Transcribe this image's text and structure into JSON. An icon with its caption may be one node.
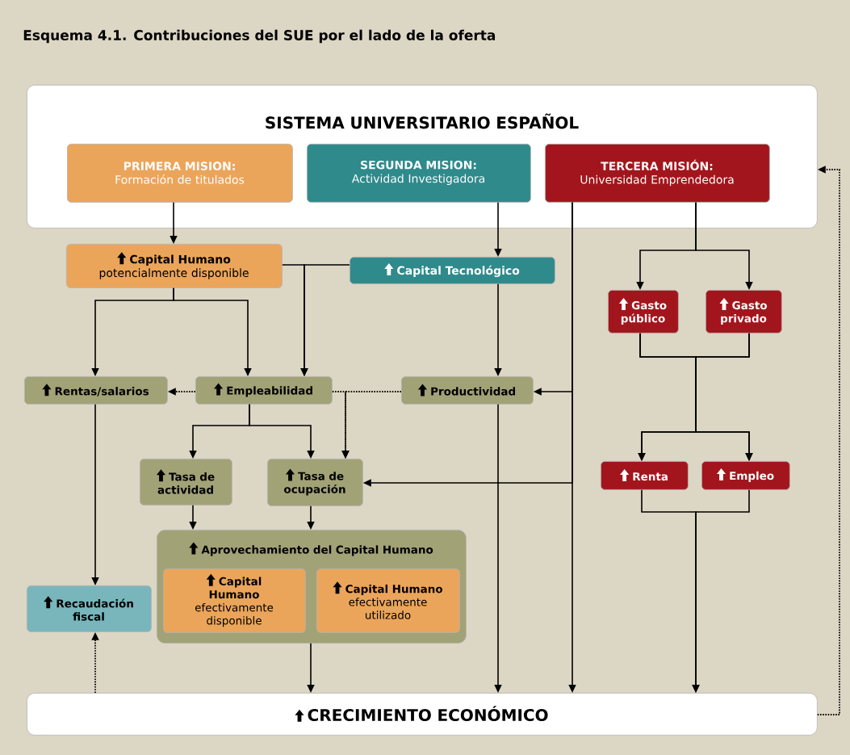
{
  "diagram": {
    "title": "Esquema 4.1. Contribuciones del SUE por el lado de la oferta",
    "nodes": [
      {
        "text": [
          "SISTEMA UNIVERSITARIO ESPAÑOL"
        ]
      },
      {
        "text": [
          "PRIMERA MISION:",
          "Formación de titulados"
        ],
        "in": 0
      },
      {
        "text": [
          "SEGUNDA MISION:",
          "Actividad Investigadora"
        ],
        "in": 0
      },
      {
        "text": [
          "TERCERA MISIÓN:",
          "Universidad Emprendedora"
        ],
        "in": 0
      },
      {
        "text": [
          "Capital Humano",
          "potencialmente disponible"
        ]
      },
      {
        "text": [
          "Capital Tecnológico"
        ]
      },
      {
        "text": [
          "Gasto público"
        ]
      },
      {
        "text": [
          "Gasto privado"
        ]
      },
      {
        "text": [
          "Rentas/salarios"
        ]
      },
      {
        "text": [
          "Empleabilidad"
        ]
      },
      {
        "text": [
          "Productividad"
        ]
      },
      {
        "text": [
          "Tasa de actividad"
        ]
      },
      {
        "text": [
          "Tasa de ocupación"
        ]
      },
      {
        "text": [
          "Renta"
        ]
      },
      {
        "text": [
          "Empleo"
        ]
      },
      {
        "text": [
          "Aprovechamiento del Capital Humano"
        ]
      },
      {
        "text": [
          "Capital Humano",
          "efectivamente disponible"
        ],
        "in": 15
      },
      {
        "text": [
          "Capital Humano",
          "efectivamente utilizado"
        ],
        "in": 15
      },
      {
        "text": [
          "Recaudación fiscal"
        ]
      },
      {
        "text": [
          "CRECIMIENTO ECONÓMICO"
        ]
      }
    ],
    "edges": [
      {
        "from": 1,
        "to": 4,
        "arrow": "to"
      },
      {
        "from": 2,
        "to": 5,
        "arrow": "to"
      },
      {
        "from": 5,
        "to": 10,
        "arrow": "to"
      },
      {
        "from": 4,
        "to": 8,
        "arrow": "to"
      },
      {
        "from": 4,
        "to": 9,
        "arrow": "to"
      },
      {
        "from": 4,
        "to": 9,
        "arrow": "to"
      },
      {
        "from": 5,
        "to": 9,
        "arrow": "to"
      },
      {
        "from": 3,
        "to": 6,
        "arrow": "to"
      },
      {
        "from": 3,
        "to": 7,
        "arrow": "to"
      },
      {
        "from": 3,
        "to": 10,
        "arrow": "to"
      },
      {
        "from": 3,
        "to": 12,
        "arrow": "to"
      },
      {
        "from": 3,
        "to": 19,
        "arrow": "to"
      },
      {
        "from": 6,
        "to": 13,
        "arrow": "to"
      },
      {
        "from": 6,
        "to": 14,
        "arrow": "to"
      },
      {
        "from": 7,
        "to": 13,
        "arrow": "to"
      },
      {
        "from": 7,
        "to": 14,
        "arrow": "to"
      },
      {
        "from": 13,
        "to": 19,
        "arrow": "to"
      },
      {
        "from": 14,
        "to": 19,
        "arrow": "to"
      },
      {
        "from": 9,
        "to": 8,
        "arrow": "to",
        "style": "dashed"
      },
      {
        "from": 9,
        "to": 12,
        "arrow": "to",
        "style": "dashed"
      },
      {
        "from": 10,
        "to": 12,
        "arrow": "to",
        "style": "dashed"
      },
      {
        "from": 9,
        "to": 11,
        "arrow": "to"
      },
      {
        "from": 9,
        "to": 12,
        "arrow": "to"
      },
      {
        "from": 11,
        "to": 15,
        "arrow": "to"
      },
      {
        "from": 12,
        "to": 15,
        "arrow": "to"
      },
      {
        "from": 15,
        "to": 19,
        "arrow": "to"
      },
      {
        "from": 8,
        "to": 18,
        "arrow": "to"
      },
      {
        "from": 19,
        "to": 18,
        "arrow": "to",
        "style": "dashed"
      },
      {
        "from": 10,
        "to": 19,
        "arrow": "to"
      },
      {
        "from": 19,
        "to": 0,
        "arrow": "to",
        "style": "dashed"
      }
    ]
  }
}
